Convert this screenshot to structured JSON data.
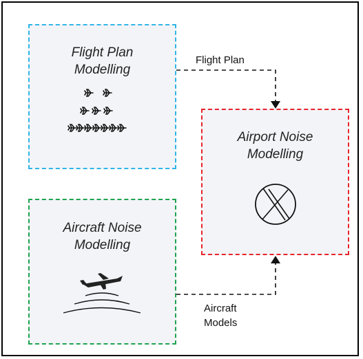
{
  "boxes": {
    "flight_plan": {
      "title_line1": "Flight Plan",
      "title_line2": "Modelling",
      "border_color": "#2fb5e6"
    },
    "airport": {
      "title_line1": "Airport Noise",
      "title_line2": "Modelling",
      "border_color": "#e8232b"
    },
    "aircraft": {
      "title_line1": "Aircraft Noise",
      "title_line2": "Modelling",
      "border_color": "#1ea34f"
    }
  },
  "arrows": {
    "flight_plan_label": "Flight Plan",
    "aircraft_models_line1": "Aircraft",
    "aircraft_models_line2": "Models"
  },
  "icons": [
    "airplane-formation-icon",
    "circle-cross-icon",
    "aircraft-takeoff-noise-icon"
  ]
}
